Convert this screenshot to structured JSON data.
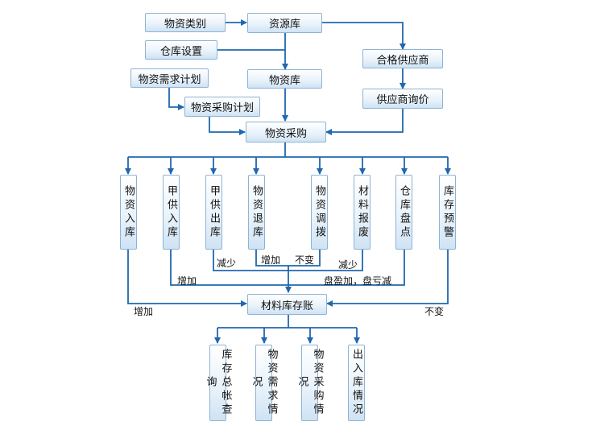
{
  "nodes": {
    "category": "物资类别",
    "resource_lib": "资源库",
    "warehouse_setup": "仓库设置",
    "qualified_supplier": "合格供应商",
    "demand_plan": "物资需求计划",
    "material_lib": "物资库",
    "purchase_plan": "物资采购计划",
    "supplier_inquiry": "供应商询价",
    "purchase": "物资采购",
    "ops": {
      "inbound": "物资入库",
      "supplied_inbound": "甲供入库",
      "supplied_outbound": "甲供出库",
      "return": "物资退库",
      "transfer": "物资调拨",
      "scrap": "材料报废",
      "inventory_check": "仓库盘点",
      "stock_alert": "库存预警"
    },
    "ledger": "材料库存账",
    "reports": {
      "general_ledger": "库存总帐查询",
      "demand": "物资需求情况",
      "purchase": "物资采购情况",
      "inout": "出入库情况"
    }
  },
  "labels": {
    "decrease_1": "减少",
    "increase_1": "增加",
    "unchanged_1": "不变",
    "decrease_2": "减少",
    "increase_2": "增加",
    "surplus_loss": "盘盈加，盘亏减",
    "increase_left": "增加",
    "unchanged_right": "不变"
  },
  "colors": {
    "line": "#1f67b1",
    "box_border": "#8fb3d3"
  }
}
